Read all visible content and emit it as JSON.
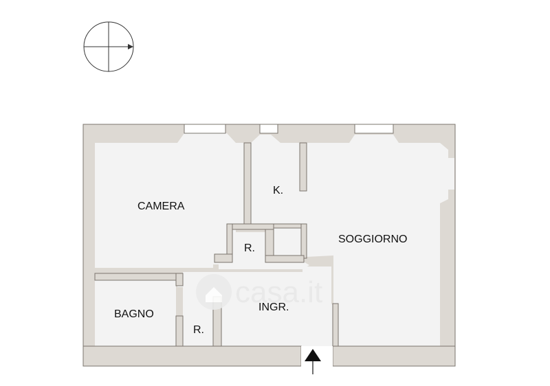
{
  "rooms": {
    "camera": "CAMERA",
    "k": "K.",
    "soggiorno": "SOGGIORNO",
    "r_upper": "R.",
    "bagno": "BAGNO",
    "ingr": "INGR.",
    "r_lower": "R."
  },
  "watermark": "casa.it",
  "colors": {
    "wall": "#ddd9d3",
    "floor": "#f3f3f3",
    "outline": "#7a746d",
    "text": "#111111"
  }
}
